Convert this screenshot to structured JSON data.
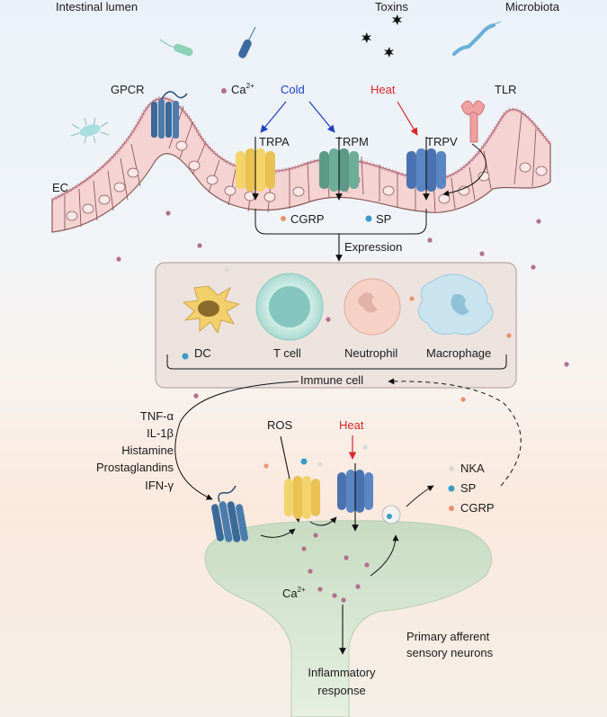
{
  "labels": {
    "lumen": "Intestinal lumen",
    "toxins": "Toxins",
    "microbiota": "Microbiota",
    "gpcr": "GPCR",
    "ca_top_base": "Ca",
    "ca_top_sup": "2+",
    "cold": "Cold",
    "heat_top": "Heat",
    "tlr": "TLR",
    "trpa": "TRPA",
    "trpm": "TRPM",
    "trpv": "TRPV",
    "ec": "EC",
    "cgrp_top": "CGRP",
    "sp_top": "SP",
    "expression": "Expression",
    "immune_cell": "Immune cell",
    "mediators": [
      "TNF-α",
      "IL-1β",
      "Histamine",
      "Prostaglandins",
      "IFN-γ"
    ],
    "ros": "ROS",
    "heat_low": "Heat",
    "nka": "NKA",
    "sp_low": "SP",
    "cgrp_low": "CGRP",
    "ca_low_base": "Ca",
    "ca_low_sup": "2+",
    "afferent_line1": "Primary afferent",
    "afferent_line2": "sensory neurons",
    "response_line1": "Inflammatory",
    "response_line2": "response"
  },
  "immune_cells": [
    "DC",
    "T cell",
    "Neutrophil",
    "Macrophage"
  ],
  "colors": {
    "cold": "#1f3fbf",
    "heat": "#d8262b",
    "epithelium": "#f6d3d3",
    "epithelium_edge": "#8a5a5a",
    "villi": "#d88a9a",
    "trpa": "#f3d36a",
    "trpm": "#5a9a86",
    "trpv": "#4a72b0",
    "gpcr": "#3a6a9a",
    "tlr": "#f0a0a0",
    "immune_box": "#ece3df",
    "neuron": "#d5e4cf",
    "tcell": "#b9e2dc",
    "neutrophil": "#f6d2c6",
    "macrophage": "#c9e3ef",
    "dc": "#f2cf6a"
  }
}
